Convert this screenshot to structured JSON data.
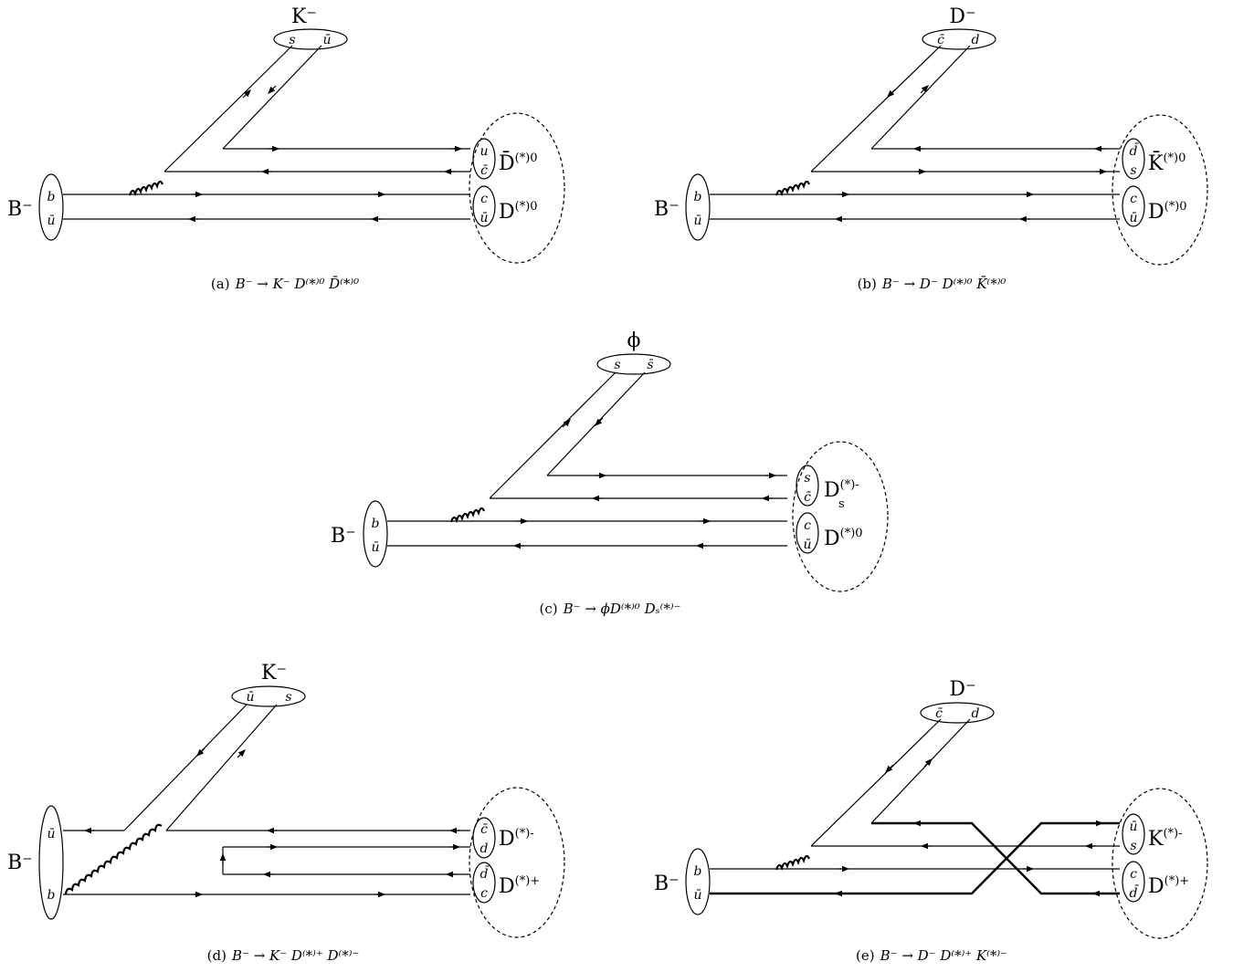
{
  "panels": {
    "a": {
      "meson_top": "K⁻",
      "top_q1": "s",
      "top_q2": "ū",
      "b_label": "B⁻",
      "b_q1": "b",
      "b_q2": "ū",
      "upper_q1": "u",
      "upper_q2": "c̄",
      "upper_name": "D̄",
      "upper_sup": "(*)0",
      "lower_q1": "c",
      "lower_q2": "ū",
      "lower_name": "D",
      "lower_sup": "(*)0",
      "caption_tag": "(a)",
      "caption": "B⁻ → K⁻ D⁽*⁾⁰ D̄⁽*⁾⁰"
    },
    "b": {
      "meson_top": "D⁻",
      "top_q1": "c̄",
      "top_q2": "d",
      "b_label": "B⁻",
      "b_q1": "b",
      "b_q2": "ū",
      "upper_q1": "d̄",
      "upper_q2": "s",
      "upper_name": "K̄",
      "upper_sup": "(*)0",
      "lower_q1": "c",
      "lower_q2": "ū",
      "lower_name": "D",
      "lower_sup": "(*)0",
      "caption_tag": "(b)",
      "caption": "B⁻ → D⁻ D⁽*⁾⁰ K̄⁽*⁾⁰"
    },
    "c": {
      "meson_top": "ϕ",
      "top_q1": "s",
      "top_q2": "s̄",
      "b_label": "B⁻",
      "b_q1": "b",
      "b_q2": "ū",
      "upper_q1": "s",
      "upper_q2": "c̄",
      "upper_name": "D",
      "upper_sub": "s",
      "upper_sup": "(*)-",
      "lower_q1": "c",
      "lower_q2": "ū",
      "lower_name": "D",
      "lower_sup": "(*)0",
      "caption_tag": "(c)",
      "caption": "B⁻ → ϕD⁽*⁾⁰ Dₛ⁽*⁾⁻"
    },
    "d": {
      "meson_top": "K⁻",
      "top_q1": "ū",
      "top_q2": "s",
      "b_label": "B⁻",
      "b_q1": "ū",
      "b_q2": "b",
      "upper_q1": "c̄",
      "upper_q2": "d",
      "upper_name": "D",
      "upper_sup": "(*)-",
      "lower_q1": "d̄",
      "lower_q2": "c",
      "lower_name": "D",
      "lower_sup": "(*)+",
      "caption_tag": "(d)",
      "caption": "B⁻ → K⁻ D⁽*⁾⁺ D⁽*⁾⁻"
    },
    "e": {
      "meson_top": "D⁻",
      "top_q1": "c̄",
      "top_q2": "d",
      "b_label": "B⁻",
      "b_q1": "b",
      "b_q2": "ū",
      "upper_q1": "ū",
      "upper_q2": "s",
      "upper_name": "K",
      "upper_sup": "(*)-",
      "lower_q1": "c",
      "lower_q2": "d̄",
      "lower_name": "D",
      "lower_sup": "(*)+",
      "caption_tag": "(e)",
      "caption": "B⁻ → D⁻ D⁽*⁾⁺ K⁽*⁾⁻"
    }
  }
}
